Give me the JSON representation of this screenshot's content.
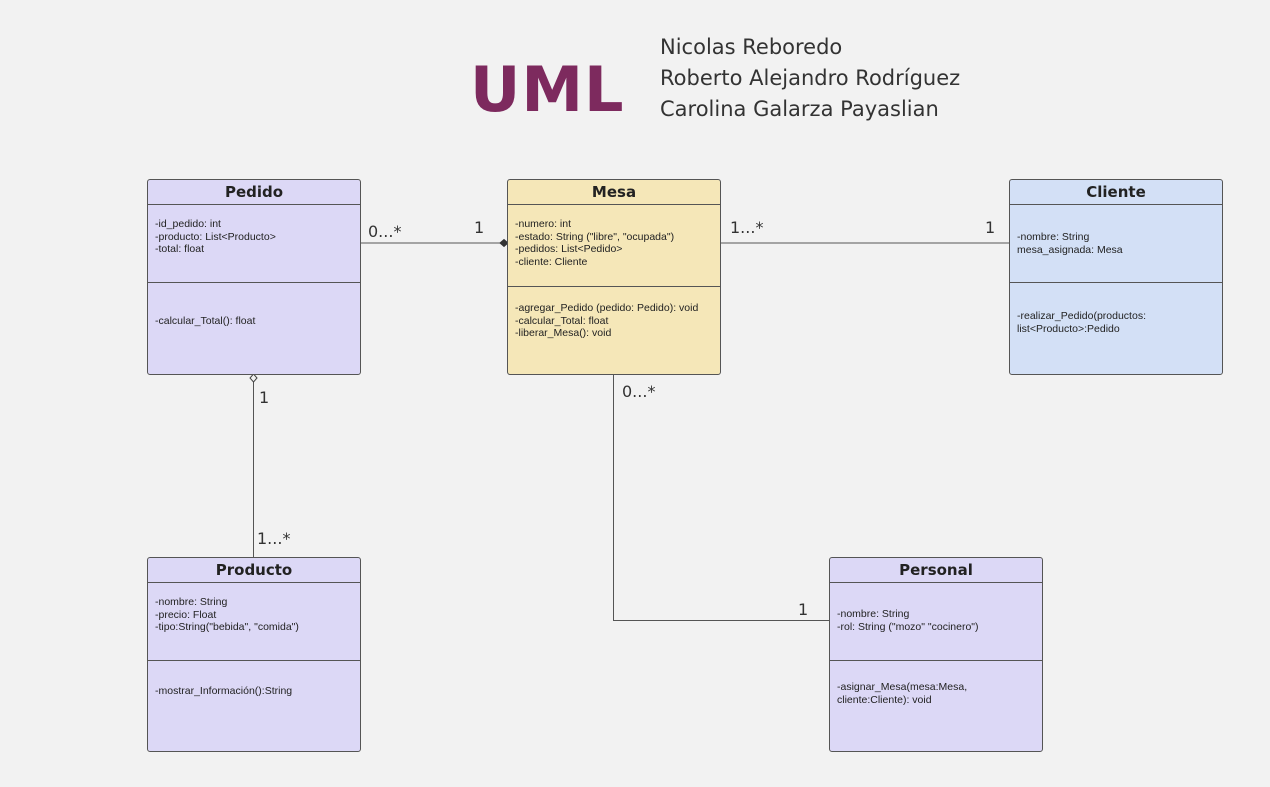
{
  "title": "UML",
  "title_color": "#7d2a5e",
  "authors": [
    "Nicolas Reboredo",
    "Roberto Alejandro Rodríguez",
    "Carolina Galarza Payaslian"
  ],
  "colors": {
    "lavender": "#dcd8f6",
    "yellow": "#f5e7b8",
    "blue": "#d3e0f6",
    "line": "#555555"
  },
  "classes": {
    "pedido": {
      "name": "Pedido",
      "attributes": [
        "-id_pedido: int",
        "-producto: List<Producto>",
        "-total: float"
      ],
      "methods": [
        "-calcular_Total(): float"
      ]
    },
    "mesa": {
      "name": "Mesa",
      "attributes": [
        "-numero: int",
        "-estado: String (\"libre\", \"ocupada\")",
        "-pedidos: List<Pedido>",
        "-cliente: Cliente"
      ],
      "methods": [
        "-agregar_Pedido (pedido: Pedido): void",
        "-calcular_Total: float",
        "-liberar_Mesa(): void"
      ]
    },
    "cliente": {
      "name": "Cliente",
      "attributes": [
        "-nombre: String",
        "mesa_asignada: Mesa"
      ],
      "methods": [
        "-realizar_Pedido(productos:",
        "list<Producto>:Pedido"
      ]
    },
    "producto": {
      "name": "Producto",
      "attributes": [
        "-nombre: String",
        "-precio: Float",
        "-tipo:String(\"bebida\", \"comida\")"
      ],
      "methods": [
        "-mostrar_Información():String"
      ]
    },
    "personal": {
      "name": "Personal",
      "attributes": [
        "-nombre: String",
        "-rol: String (\"mozo\" \"cocinero\")"
      ],
      "methods": [
        "-asignar_Mesa(mesa:Mesa,",
        "cliente:Cliente): void"
      ]
    }
  },
  "relationships": {
    "pedido_mesa": {
      "pedido_end": "0...*",
      "mesa_end": "1",
      "kind": "composition"
    },
    "mesa_cliente": {
      "mesa_end": "1...*",
      "cliente_end": "1",
      "kind": "association"
    },
    "pedido_producto": {
      "pedido_end": "1",
      "producto_end": "1...*",
      "kind": "aggregation"
    },
    "mesa_personal": {
      "mesa_end": "0...*",
      "personal_end": "1",
      "kind": "association"
    }
  }
}
